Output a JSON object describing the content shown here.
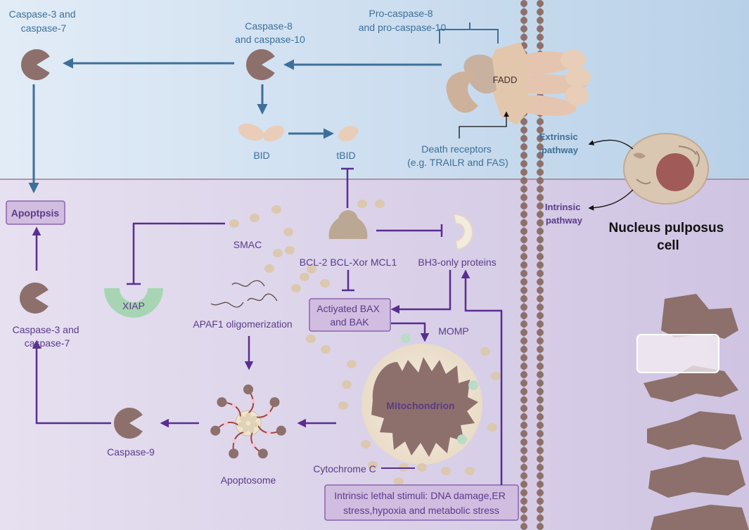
{
  "labels": {
    "casp37_top": [
      "Caspase-3 and",
      "caspase-7"
    ],
    "casp810": [
      "Caspase-8",
      "and caspase-10"
    ],
    "procasp": [
      "Pro-caspase-8",
      "and pro-caspase-10"
    ],
    "fadd": "FADD",
    "bid": "BID",
    "tbid": "tBID",
    "death_receptors": [
      "Death receptors",
      "(e.g. TRAILR and FAS)"
    ],
    "extrinsic": [
      "Extrinsic",
      "pathway"
    ],
    "intrinsic": [
      "Intrinsic",
      "pathway"
    ],
    "np_cell": [
      "Nucleus pulposus",
      "cell"
    ],
    "apoptosis": "Apoptpsis",
    "smac": "SMAC",
    "bcl2": "BCL-2 BCL-Xor MCL1",
    "bh3": "BH3-only proteins",
    "xiap": "XIAP",
    "apaf1": "APAF1 oligomerization",
    "bax": [
      "Actiyated BAX",
      "and BAK"
    ],
    "momp": "MOMP",
    "mito": "Mitochondrion",
    "casp37_bottom": [
      "Caspase-3 and",
      "caspase-7"
    ],
    "casp9": "Caspase-9",
    "apoptosome": "Apoptosome",
    "cytc": "Cytochrome C",
    "stimuli": [
      "Intrinsic lethal stimuli: DNA damage,ER",
      "stress,hypoxia and metabolic stress"
    ]
  },
  "colors": {
    "extrinsic_arrow": "#3d6f98",
    "intrinsic_arrow": "#5a2d91",
    "caspase": "#8d706b",
    "top_bg": "#cfe0f1",
    "bottom_bg": "#d8d0e8"
  }
}
